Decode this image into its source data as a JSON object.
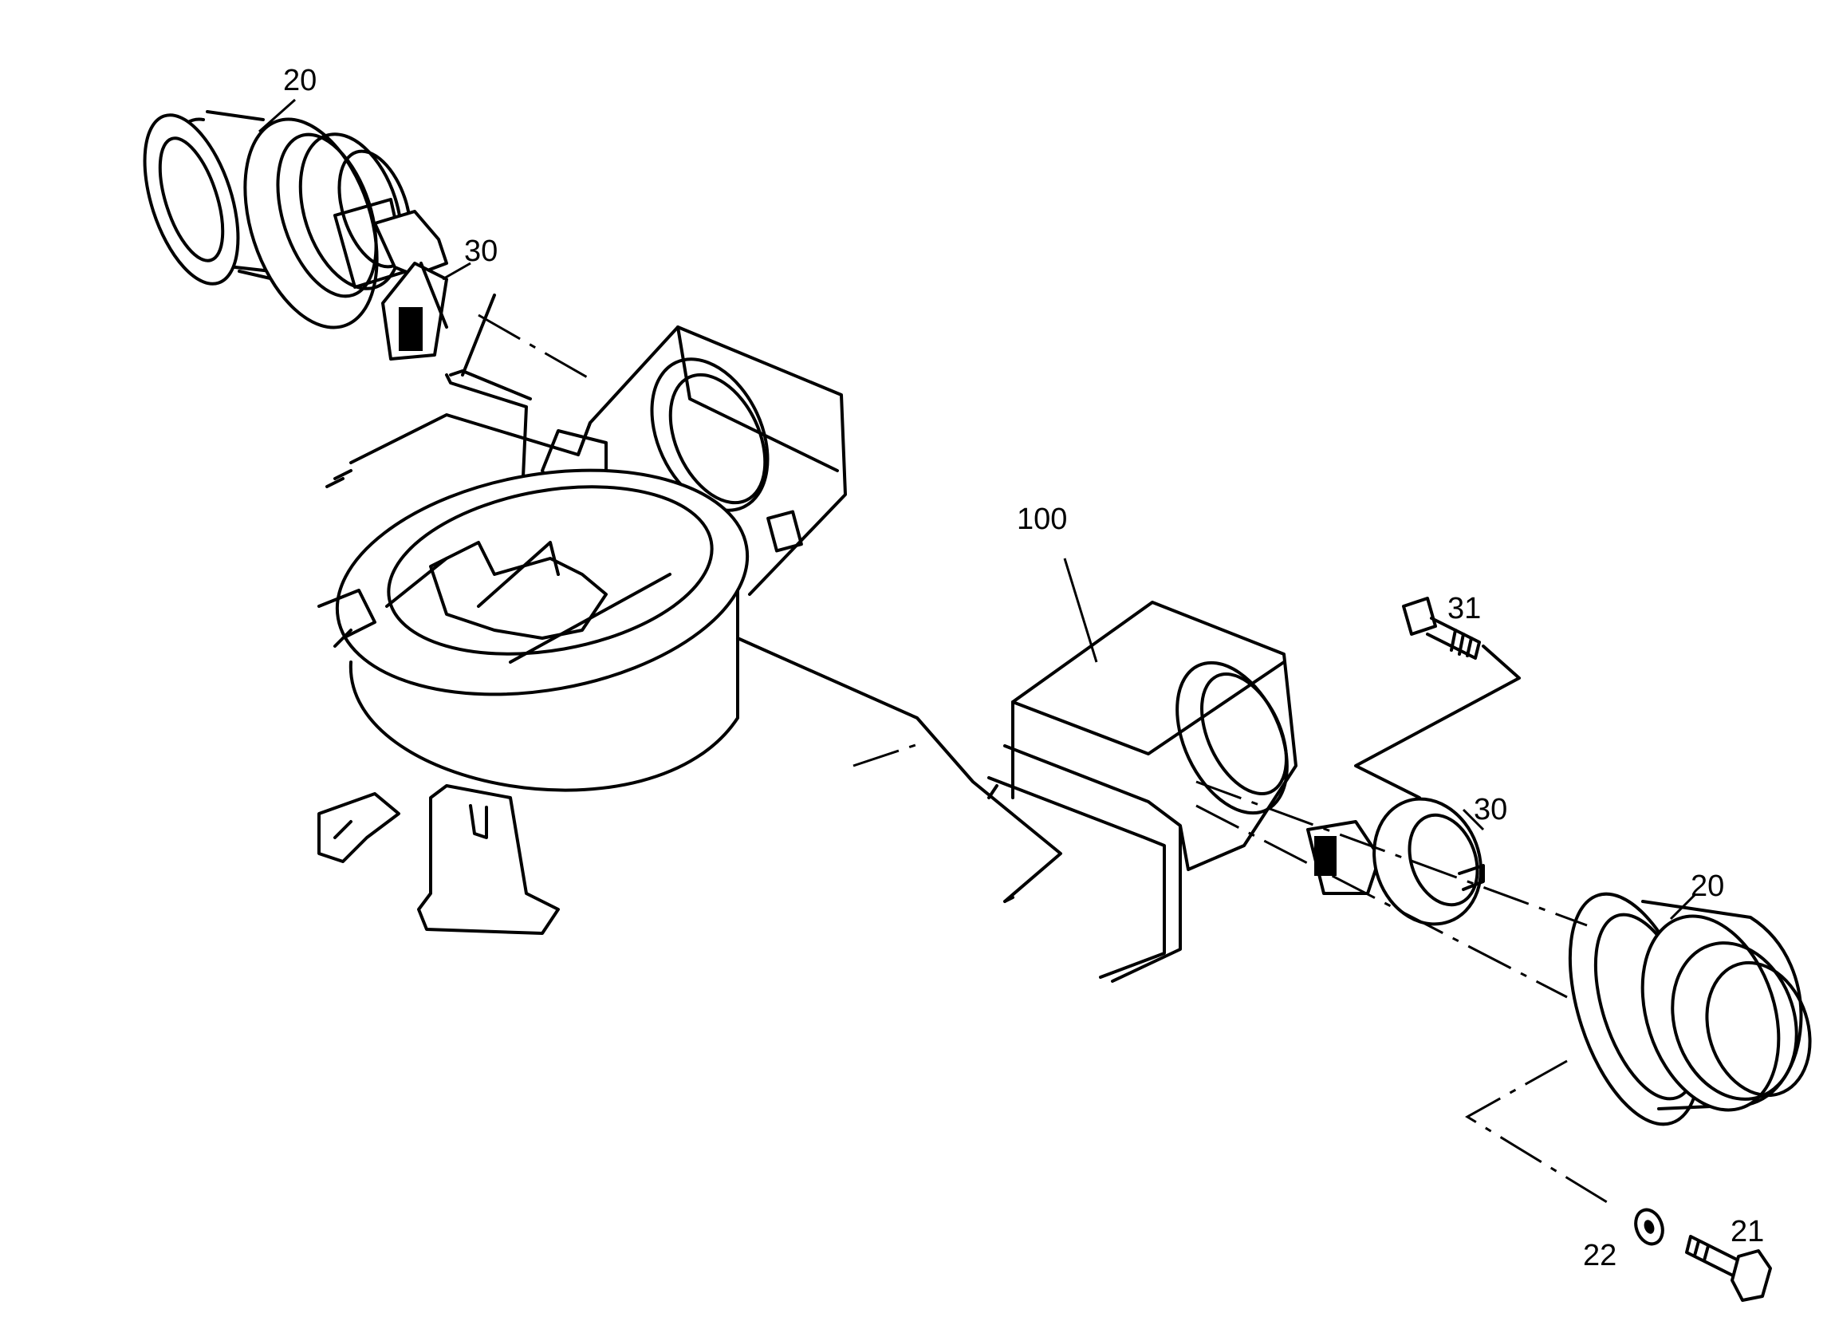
{
  "callouts": [
    {
      "id": "c20a",
      "label": "20"
    },
    {
      "id": "c30a",
      "label": "30"
    },
    {
      "id": "c100",
      "label": "100"
    },
    {
      "id": "c31",
      "label": "31"
    },
    {
      "id": "c30b",
      "label": "30"
    },
    {
      "id": "c20b",
      "label": "20"
    },
    {
      "id": "c22",
      "label": "22"
    },
    {
      "id": "c21",
      "label": "21"
    }
  ]
}
